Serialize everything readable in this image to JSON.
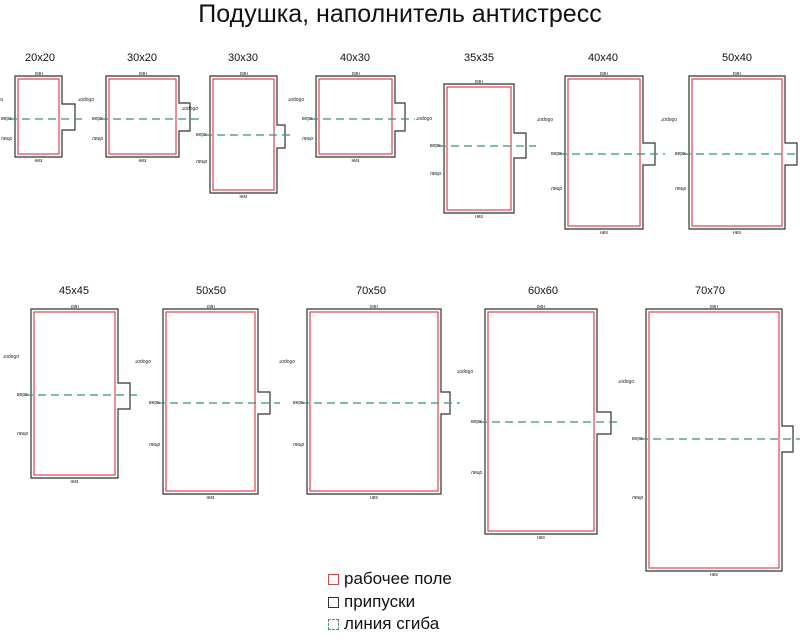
{
  "title": "Подушка, наполнитель антистресс",
  "side_labels": {
    "top": "низ",
    "back": "оборот",
    "fold": "верх",
    "face": "лицо",
    "bottom": "низ"
  },
  "pillows": [
    {
      "size": "20x20"
    },
    {
      "size": "30x20"
    },
    {
      "size": "30x30"
    },
    {
      "size": "40x30"
    },
    {
      "size": "35x35"
    },
    {
      "size": "40x40"
    },
    {
      "size": "50x40"
    },
    {
      "size": "45x45"
    },
    {
      "size": "50x50"
    },
    {
      "size": "70x50"
    },
    {
      "size": "60x60"
    },
    {
      "size": "70x70"
    }
  ],
  "legend": [
    {
      "label": "рабочее поле",
      "color": "#e0424a"
    },
    {
      "label": "припуски",
      "color": "#333333"
    },
    {
      "label": "линия сгиба",
      "color": "#2e9a6e"
    }
  ]
}
